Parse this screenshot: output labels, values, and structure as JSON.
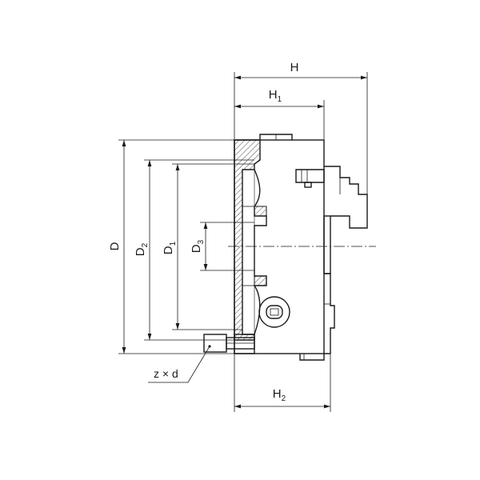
{
  "dimensions": {
    "H": {
      "main": "H",
      "sub": ""
    },
    "H1": {
      "main": "H",
      "sub": "1"
    },
    "H2": {
      "main": "H",
      "sub": "2"
    },
    "D": {
      "main": "D",
      "sub": ""
    },
    "D1": {
      "main": "D",
      "sub": "1"
    },
    "D2": {
      "main": "D",
      "sub": "2"
    },
    "D3": {
      "main": "D",
      "sub": "3"
    },
    "zxd": "z × d"
  },
  "colors": {
    "line": "#1a1a1a",
    "background": "#ffffff"
  }
}
